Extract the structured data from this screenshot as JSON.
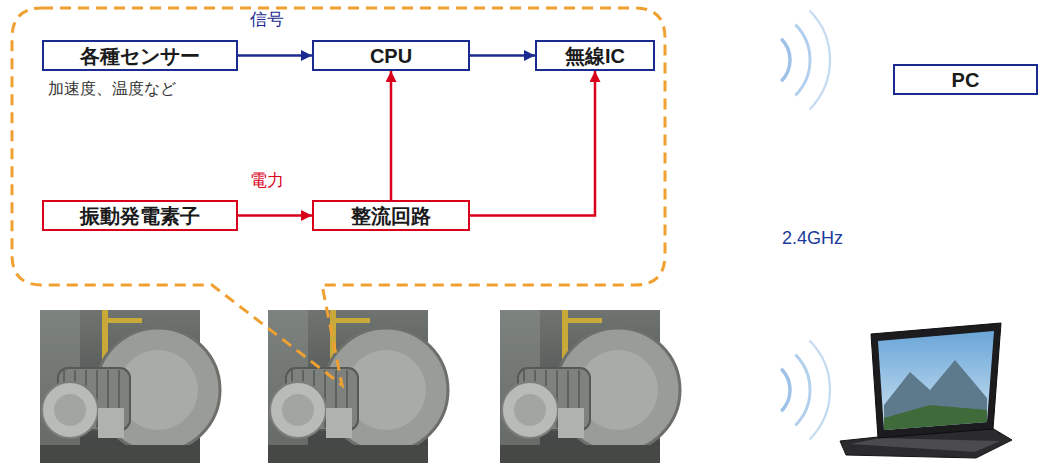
{
  "diagram": {
    "nodes": [
      {
        "text": [
          "各種センサー"
        ]
      },
      {
        "text": [
          "CPU"
        ]
      },
      {
        "text": [
          "無線IC"
        ]
      },
      {
        "text": [
          "振動発電素子"
        ]
      },
      {
        "text": [
          "整流回路"
        ]
      },
      {
        "text": [
          "PC"
        ]
      }
    ],
    "edges": [
      {
        "from": 0,
        "to": 1,
        "arrow": "to",
        "label": "信号"
      },
      {
        "from": 1,
        "to": 2,
        "arrow": "to"
      },
      {
        "from": 3,
        "to": 4,
        "arrow": "to",
        "label": "電力"
      },
      {
        "from": 4,
        "to": 1,
        "arrow": "to"
      },
      {
        "from": 4,
        "to": 2,
        "arrow": "to"
      }
    ],
    "labels": [
      "加速度、温度など",
      "2.4GHz"
    ]
  }
}
